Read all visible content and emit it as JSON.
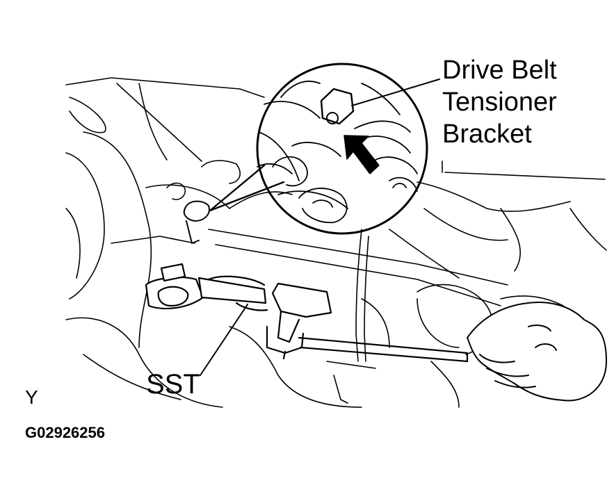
{
  "labels": {
    "callout_line1": "Drive Belt",
    "callout_line2": "Tensioner",
    "callout_line3": "Bracket",
    "sst": "SST",
    "view_mark": "Y",
    "figure_code": "G02926256"
  },
  "colors": {
    "ink": "#000000",
    "paper": "#ffffff"
  }
}
